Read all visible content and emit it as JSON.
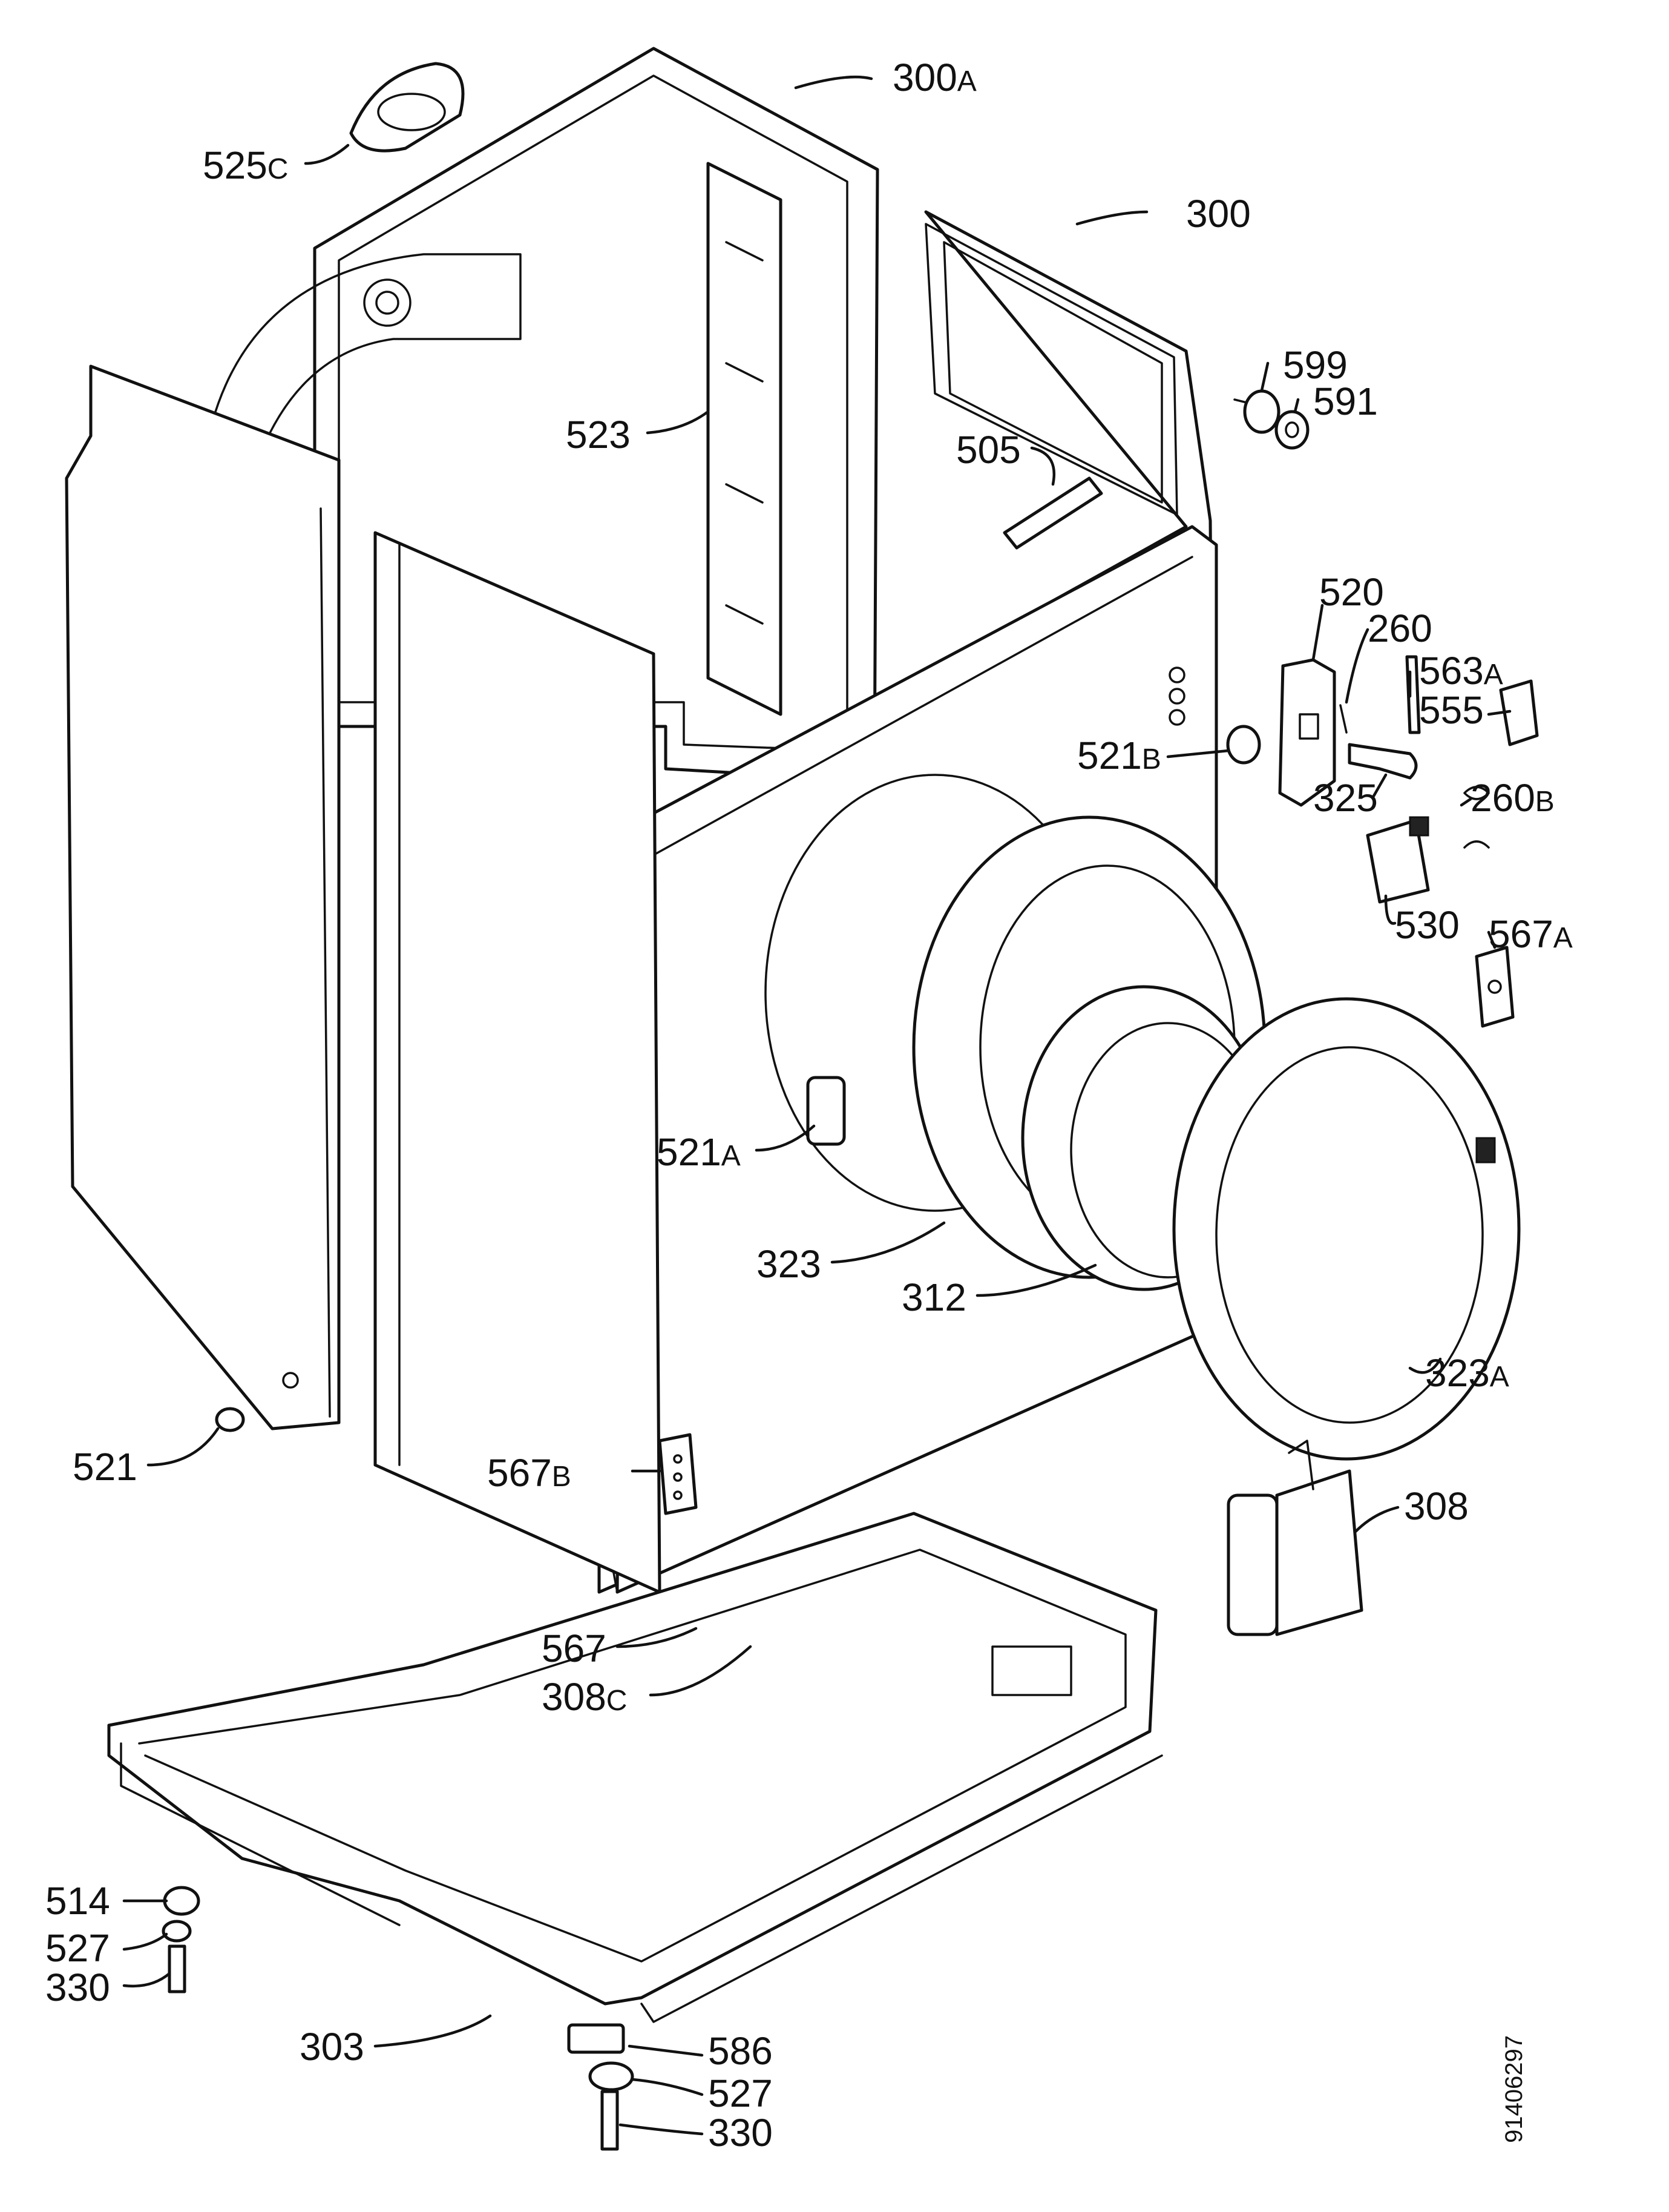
{
  "drawing_number": "91406297",
  "labels": {
    "p300A": {
      "num": "300",
      "suf": "A"
    },
    "p300": {
      "num": "300",
      "suf": ""
    },
    "p525C": {
      "num": "525",
      "suf": "C"
    },
    "p523": {
      "num": "523",
      "suf": ""
    },
    "p505": {
      "num": "505",
      "suf": ""
    },
    "p599": {
      "num": "599",
      "suf": ""
    },
    "p591": {
      "num": "591",
      "suf": ""
    },
    "p520": {
      "num": "520",
      "suf": ""
    },
    "p260": {
      "num": "260",
      "suf": ""
    },
    "p563A": {
      "num": "563",
      "suf": "A"
    },
    "p555": {
      "num": "555",
      "suf": ""
    },
    "p521B": {
      "num": "521",
      "suf": "B"
    },
    "p325": {
      "num": "325",
      "suf": ""
    },
    "p260B": {
      "num": "260",
      "suf": "B"
    },
    "p530": {
      "num": "530",
      "suf": ""
    },
    "p567A": {
      "num": "567",
      "suf": "A"
    },
    "p521A": {
      "num": "521",
      "suf": "A"
    },
    "p323": {
      "num": "323",
      "suf": ""
    },
    "p312": {
      "num": "312",
      "suf": ""
    },
    "p323A": {
      "num": "323",
      "suf": "A"
    },
    "p521": {
      "num": "521",
      "suf": ""
    },
    "p567B": {
      "num": "567",
      "suf": "B"
    },
    "p308": {
      "num": "308",
      "suf": ""
    },
    "p567": {
      "num": "567",
      "suf": ""
    },
    "p308C": {
      "num": "308",
      "suf": "C"
    },
    "p514": {
      "num": "514",
      "suf": ""
    },
    "p527a": {
      "num": "527",
      "suf": ""
    },
    "p330a": {
      "num": "330",
      "suf": ""
    },
    "p303": {
      "num": "303",
      "suf": ""
    },
    "p586": {
      "num": "586",
      "suf": ""
    },
    "p527b": {
      "num": "527",
      "suf": ""
    },
    "p330b": {
      "num": "330",
      "suf": ""
    }
  }
}
